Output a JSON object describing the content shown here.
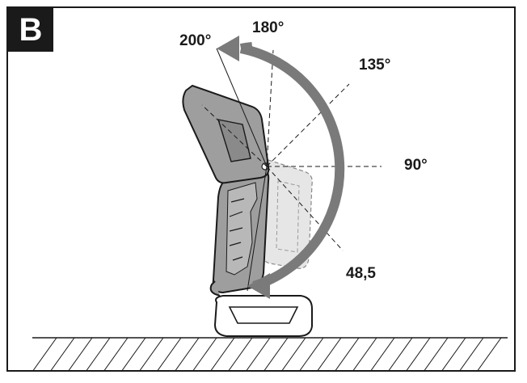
{
  "figure": {
    "label": "B",
    "angles": {
      "a200": "200°",
      "a180": "180°",
      "a135": "135°",
      "a90": "90°",
      "a48": "48,5"
    },
    "colors": {
      "arrow": "#7a7a7a",
      "body": "#9e9e9e",
      "grip": "#b8b8b8",
      "dark": "#1a1a1a",
      "ghost": "#e6e6e6"
    }
  }
}
